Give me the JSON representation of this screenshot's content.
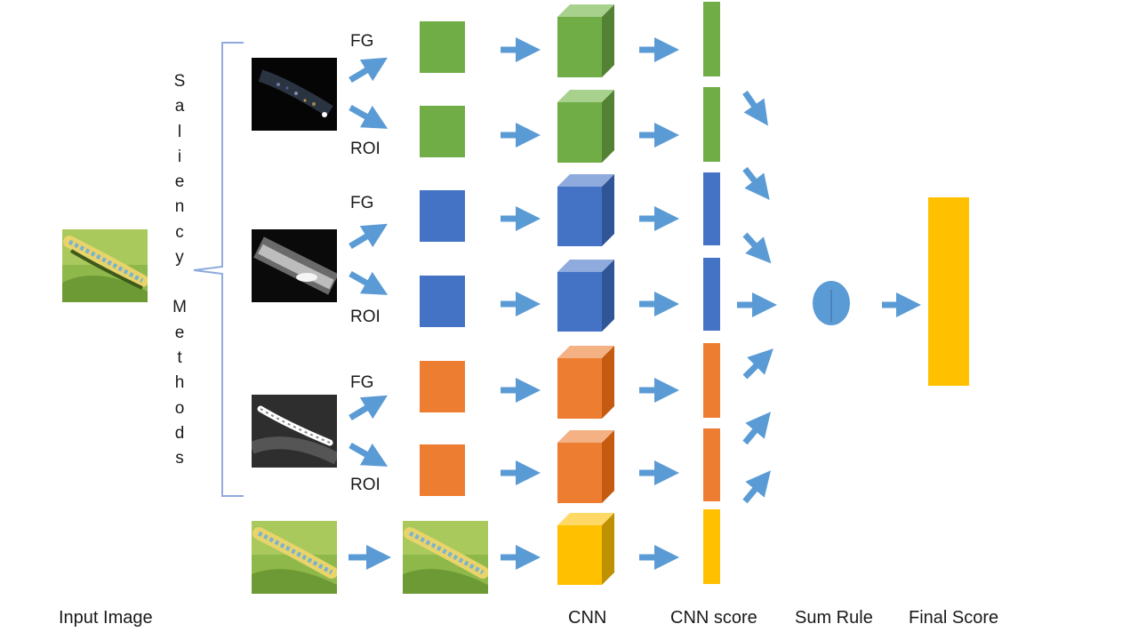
{
  "saliency_label_letters": [
    "S",
    "a",
    "l",
    "i",
    "e",
    "n",
    "c",
    "y",
    "",
    "M",
    "e",
    "t",
    "h",
    "o",
    "d",
    "s"
  ],
  "branch_labels": [
    "FG",
    "ROI",
    "FG",
    "ROI",
    "FG",
    "ROI"
  ],
  "bottom_labels": {
    "input_image": "Input Image",
    "cnn": "CNN",
    "cnn_score": "CNN score",
    "sum_rule": "Sum Rule",
    "final_score": "Final Score"
  },
  "colors": {
    "green": "#70ad47",
    "blue": "#4472c4",
    "orange": "#ed7d31",
    "yellow": "#ffc000",
    "arrow": "#5b9bd5",
    "bracket": "#8faadc"
  },
  "icons": {
    "input_image": "caterpillar-photo",
    "saliency_maps": [
      "saliency-map-1",
      "saliency-map-2",
      "saliency-map-3"
    ],
    "sum_node": "sum-circle-icon"
  }
}
